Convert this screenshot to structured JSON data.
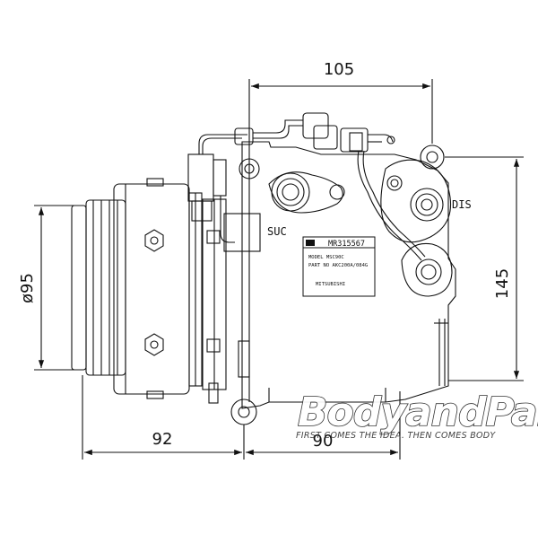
{
  "diagram": {
    "dimensions": {
      "top_width": "105",
      "height": "145",
      "pulley_diameter": "ø95",
      "bottom_left": "92",
      "bottom_right": "90"
    },
    "port_labels": {
      "suction": "SUC",
      "discharge": "DIS"
    },
    "nameplate": {
      "part_number": "MR315567",
      "model_line": "MODEL  MSC90C",
      "part_line": "PART NO AKC200A/084G",
      "maker_line": "MITSUBISHI"
    }
  },
  "watermark": {
    "brand": "BodyandParts",
    "tagline": "FIRST COMES THE IDEA. THEN COMES BODY"
  }
}
